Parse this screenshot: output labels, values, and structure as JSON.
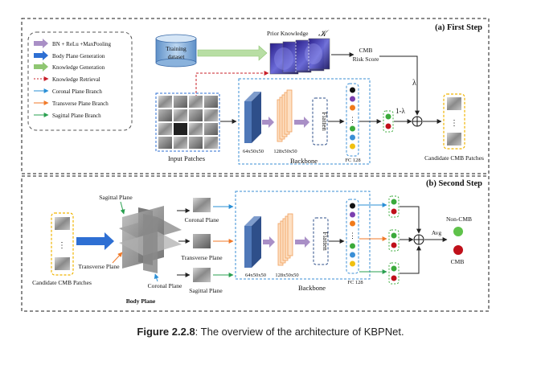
{
  "sections": {
    "first": "(a) First Step",
    "second": "(b) Second Step"
  },
  "legend": [
    {
      "label": "BN + ReLu +MaxPooling"
    },
    {
      "label": "Body Plane Generation"
    },
    {
      "label": "Knowledge Generation"
    },
    {
      "label": "Knowledge Retrieval"
    },
    {
      "label": "Coronal Plane Branch"
    },
    {
      "label": "Transverse Plane Branch"
    },
    {
      "label": "Sagittal Plane Branch"
    }
  ],
  "first_step": {
    "training_dataset": [
      "Training",
      "dataset"
    ],
    "prior_knowledge": "Prior Knowledge",
    "prior_knowledge_symbol": "𝒦",
    "cmb_risk_score": [
      "CMB",
      "Risk Score"
    ],
    "lambda": "λ",
    "one_minus_lambda": "1-λ",
    "input_patches": "Input Patches",
    "dim1": "64x50x50",
    "dim2": "128x50x50",
    "flatten": "Flatten",
    "backbone": "Backbone",
    "fc": "FC 128",
    "dots": "⋮",
    "candidate": "Candidate CMB Patches"
  },
  "second_step": {
    "sagittal_plane": "Sagittal Plane",
    "transverse_plane": "Transverse Plane",
    "coronal_plane": "Coronal Plane",
    "candidate": "Candidate CMB Patches",
    "body_plane": "Body Plane",
    "coronal_plane_label": "Coronal Plane",
    "transverse_plane_label": "Transverse Plane",
    "sagittal_plane_label": "Sagittal Plane",
    "dim1": "64x50x50",
    "dim2": "128x50x50",
    "flatten": "Flatten",
    "backbone": "Backbone",
    "fc": "FC 128",
    "avg": "Avg",
    "non_cmb": "Non-CMB",
    "cmb": "CMB",
    "dots": "⋮"
  },
  "caption": {
    "bold": "Figure 2.2.8",
    "text": ": The overview of the architecture of KBPNet."
  },
  "colors": {
    "dashed_border": "#1a1a1a",
    "legend_border": "#555555",
    "backbone_border": "#3b8fd6",
    "gold_border": "#f0b400",
    "blue_block": "#4f78b8",
    "orange_block": "#f0a05c",
    "purple_arrow": "#a98fc6",
    "blue_arrow": "#2e6fd3",
    "green_arrow": "#8fc672",
    "red_dashed": "#c8202a",
    "branch_coronal": "#2a8fd6",
    "branch_transverse": "#f07a2a",
    "branch_sagittal": "#2aa050",
    "dot_black": "#111111",
    "dot_purple": "#7b3fb0",
    "dot_orange": "#f07a1a",
    "dot_green": "#3aaa3a",
    "dot_blue": "#3a8fd6",
    "dot_yellow": "#f0c010",
    "dot_red": "#c0101a"
  }
}
